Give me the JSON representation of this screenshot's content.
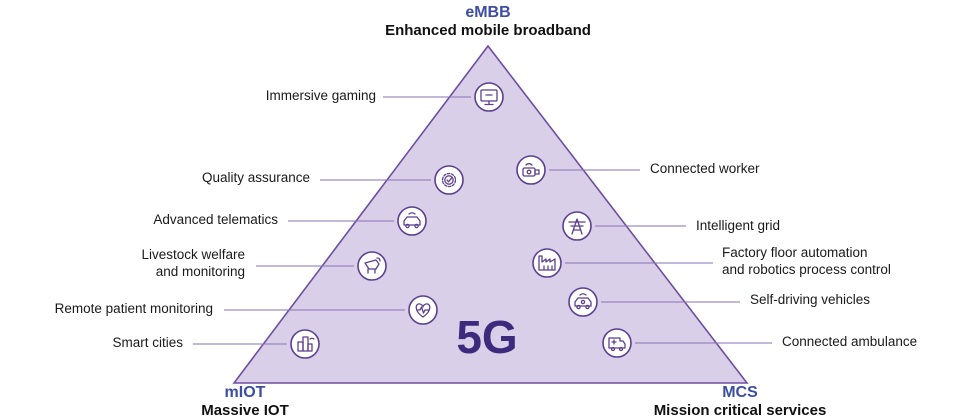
{
  "corners": {
    "top": {
      "abbr": "eMBB",
      "full": "Enhanced mobile broadband"
    },
    "left": {
      "abbr": "mIOT",
      "full": "Massive IOT"
    },
    "right": {
      "abbr": "MCS",
      "full": "Mission critical services"
    }
  },
  "center_label": "5G",
  "colors": {
    "triangle_fill": "#d9cfe8",
    "triangle_stroke": "#6e4ea0",
    "accent_blue": "#3b4ea3",
    "icon_stroke": "#5c3f8f",
    "connector": "#8a72b5"
  },
  "use_cases": [
    {
      "id": "immersive-gaming",
      "label": [
        "Immersive gaming"
      ],
      "icon": "monitor-icon"
    },
    {
      "id": "quality-assurance",
      "label": [
        "Quality assurance"
      ],
      "icon": "gear-check-icon"
    },
    {
      "id": "advanced-telematics",
      "label": [
        "Advanced telematics"
      ],
      "icon": "connected-car-icon"
    },
    {
      "id": "livestock-welfare",
      "label": [
        "Livestock welfare",
        "and monitoring"
      ],
      "icon": "livestock-icon"
    },
    {
      "id": "remote-patient-monitoring",
      "label": [
        "Remote patient monitoring"
      ],
      "icon": "heart-monitor-icon"
    },
    {
      "id": "smart-cities",
      "label": [
        "Smart cities"
      ],
      "icon": "city-buildings-icon"
    },
    {
      "id": "connected-worker",
      "label": [
        "Connected worker"
      ],
      "icon": "worker-device-icon"
    },
    {
      "id": "intelligent-grid",
      "label": [
        "Intelligent grid"
      ],
      "icon": "power-tower-icon"
    },
    {
      "id": "factory-floor-automation",
      "label": [
        "Factory floor automation",
        "and robotics process control"
      ],
      "icon": "factory-icon"
    },
    {
      "id": "self-driving-vehicles",
      "label": [
        "Self-driving vehicles"
      ],
      "icon": "self-driving-car-icon"
    },
    {
      "id": "connected-ambulance",
      "label": [
        "Connected ambulance"
      ],
      "icon": "ambulance-icon"
    }
  ]
}
